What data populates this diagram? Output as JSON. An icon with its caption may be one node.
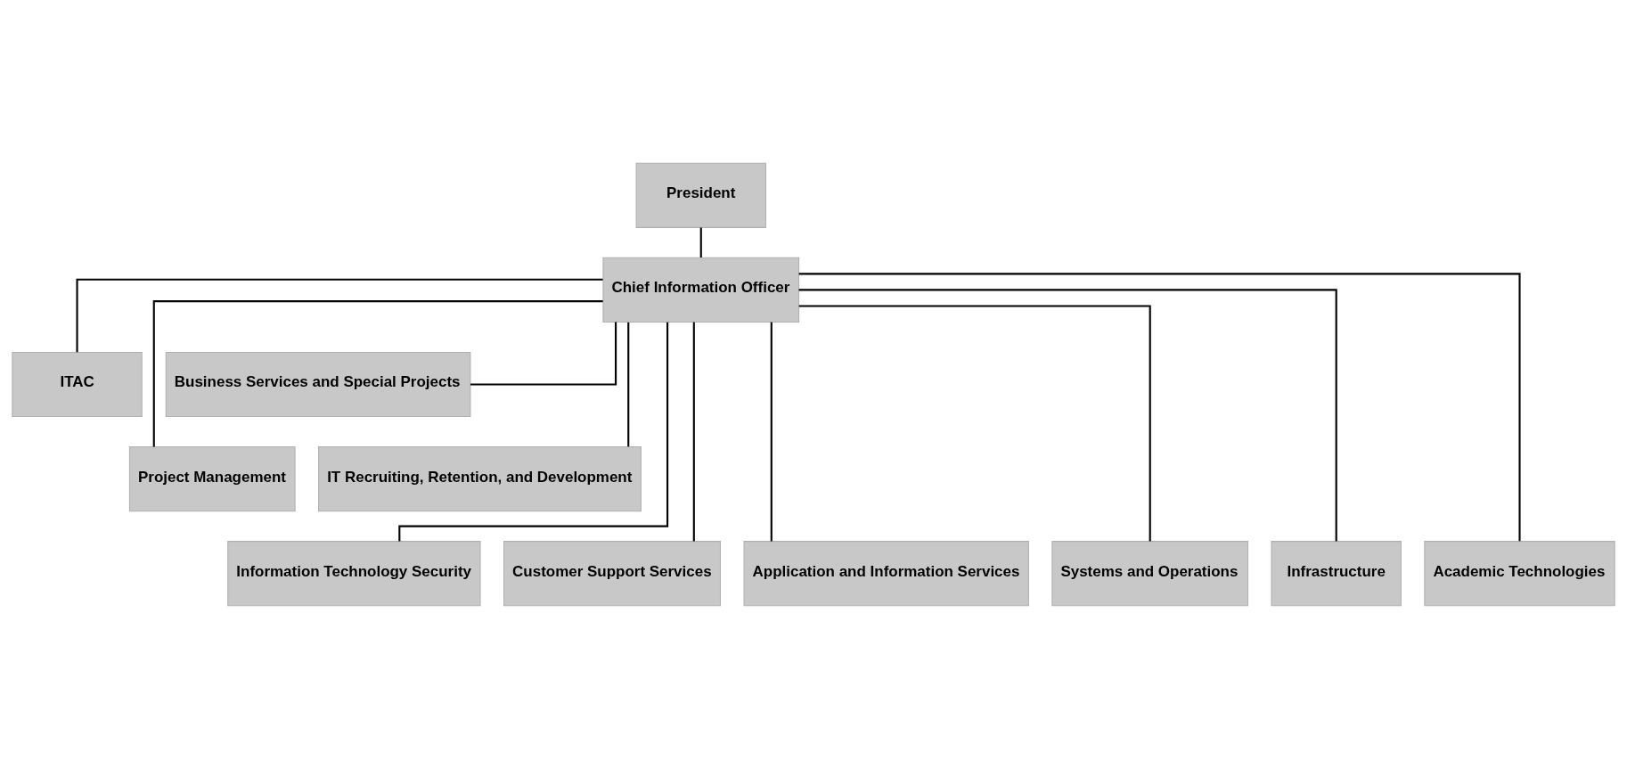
{
  "diagram": {
    "nodes": [
      {
        "text": [
          "President"
        ]
      },
      {
        "text": [
          "Chief Information Officer"
        ]
      },
      {
        "text": [
          "ITAC"
        ]
      },
      {
        "text": [
          "Business Services and Special Projects"
        ]
      },
      {
        "text": [
          "Project Management"
        ]
      },
      {
        "text": [
          "IT Recruiting, Retention, and Development"
        ]
      },
      {
        "text": [
          "Information Technology Security"
        ]
      },
      {
        "text": [
          "Customer Support Services"
        ]
      },
      {
        "text": [
          "Application and Information Services"
        ]
      },
      {
        "text": [
          "Systems and Operations"
        ]
      },
      {
        "text": [
          "Infrastructure"
        ]
      },
      {
        "text": [
          "Academic Technologies"
        ]
      }
    ],
    "edges": [
      {
        "from": 0,
        "to": 1,
        "arrow": "none"
      },
      {
        "from": 1,
        "to": 2,
        "arrow": "none"
      },
      {
        "from": 1,
        "to": 3,
        "arrow": "none"
      },
      {
        "from": 1,
        "to": 4,
        "arrow": "none"
      },
      {
        "from": 1,
        "to": 5,
        "arrow": "none"
      },
      {
        "from": 1,
        "to": 6,
        "arrow": "none"
      },
      {
        "from": 1,
        "to": 7,
        "arrow": "none"
      },
      {
        "from": 1,
        "to": 8,
        "arrow": "none"
      },
      {
        "from": 1,
        "to": 9,
        "arrow": "none"
      },
      {
        "from": 1,
        "to": 10,
        "arrow": "none"
      },
      {
        "from": 1,
        "to": 11,
        "arrow": "none"
      }
    ]
  }
}
